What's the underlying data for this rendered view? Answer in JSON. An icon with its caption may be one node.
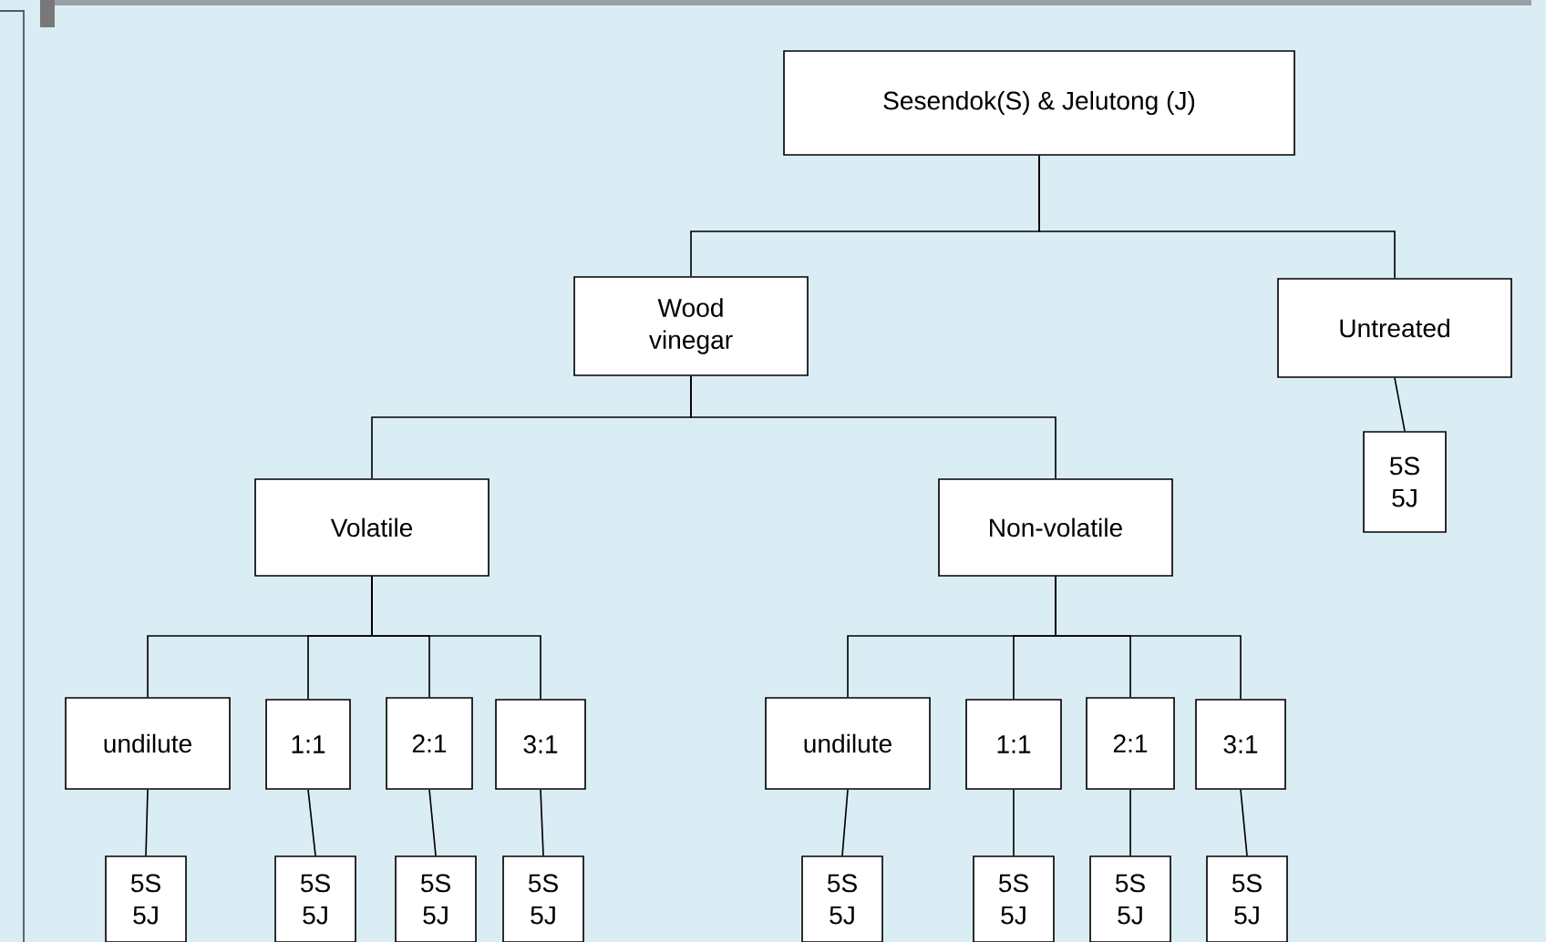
{
  "diagram": {
    "nodes": [
      {
        "text": [
          "Sesendok(S) & Jelutong (J)"
        ]
      },
      {
        "text": [
          "Wood vinegar"
        ]
      },
      {
        "text": [
          "Untreated"
        ]
      },
      {
        "text": [
          "5S 5J"
        ]
      },
      {
        "text": [
          "Volatile"
        ]
      },
      {
        "text": [
          "Non-volatile"
        ]
      },
      {
        "text": [
          "undilute"
        ]
      },
      {
        "text": [
          "1:1"
        ]
      },
      {
        "text": [
          "2:1"
        ]
      },
      {
        "text": [
          "3:1"
        ]
      },
      {
        "text": [
          "undilute"
        ]
      },
      {
        "text": [
          "1:1"
        ]
      },
      {
        "text": [
          "2:1"
        ]
      },
      {
        "text": [
          "3:1"
        ]
      },
      {
        "text": [
          "5S 5J"
        ]
      },
      {
        "text": [
          "5S 5J"
        ]
      },
      {
        "text": [
          "5S 5J"
        ]
      },
      {
        "text": [
          "5S 5J"
        ]
      },
      {
        "text": [
          "5S 5J"
        ]
      },
      {
        "text": [
          "5S 5J"
        ]
      },
      {
        "text": [
          "5S 5J"
        ]
      },
      {
        "text": [
          "5S 5J"
        ]
      }
    ],
    "edges": [
      {
        "from": 0,
        "to": 1,
        "arrow": "none"
      },
      {
        "from": 0,
        "to": 2,
        "arrow": "none"
      },
      {
        "from": 2,
        "to": 3,
        "arrow": "none"
      },
      {
        "from": 1,
        "to": 4,
        "arrow": "none"
      },
      {
        "from": 1,
        "to": 5,
        "arrow": "none"
      },
      {
        "from": 4,
        "to": 6,
        "arrow": "none"
      },
      {
        "from": 4,
        "to": 7,
        "arrow": "none"
      },
      {
        "from": 4,
        "to": 8,
        "arrow": "none"
      },
      {
        "from": 4,
        "to": 9,
        "arrow": "none"
      },
      {
        "from": 5,
        "to": 10,
        "arrow": "none"
      },
      {
        "from": 5,
        "to": 11,
        "arrow": "none"
      },
      {
        "from": 5,
        "to": 12,
        "arrow": "none"
      },
      {
        "from": 5,
        "to": 13,
        "arrow": "none"
      },
      {
        "from": 6,
        "to": 14,
        "arrow": "none"
      },
      {
        "from": 7,
        "to": 15,
        "arrow": "none"
      },
      {
        "from": 8,
        "to": 16,
        "arrow": "none"
      },
      {
        "from": 9,
        "to": 17,
        "arrow": "none"
      },
      {
        "from": 10,
        "to": 18,
        "arrow": "none"
      },
      {
        "from": 11,
        "to": 19,
        "arrow": "none"
      },
      {
        "from": 12,
        "to": 20,
        "arrow": "none"
      },
      {
        "from": 13,
        "to": 21,
        "arrow": "none"
      }
    ]
  }
}
